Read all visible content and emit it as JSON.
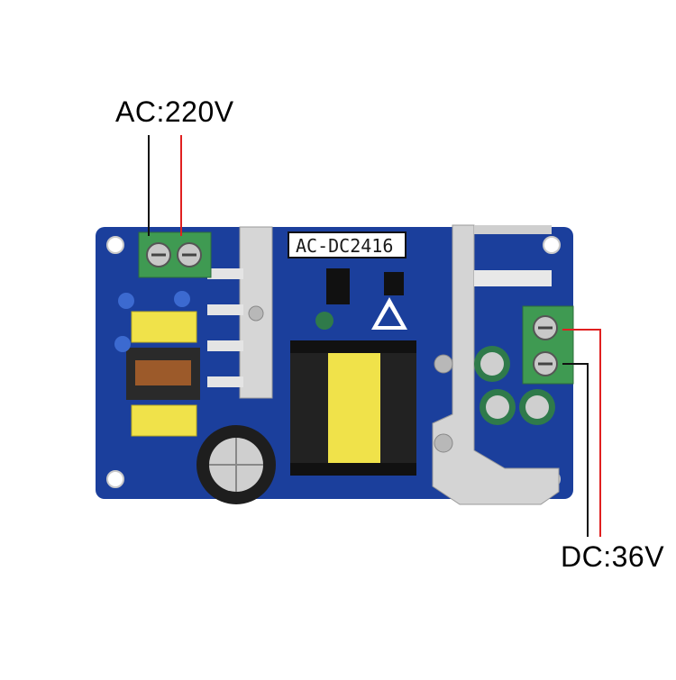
{
  "labels": {
    "input": "AC:220V",
    "output": "DC:36V",
    "board_model": "AC-DC2416"
  },
  "colors": {
    "pcb": "#1b3f9c",
    "heatsink": "#d6d6d6",
    "terminal": "#3f9a52",
    "wire_live": "#e02020",
    "wire_neutral": "#111111",
    "transformer_core": "#222222",
    "bobbin": "#f0e24a"
  },
  "icons": [
    "esd-warning-icon",
    "screw-terminal-icon",
    "capacitor-icon"
  ]
}
